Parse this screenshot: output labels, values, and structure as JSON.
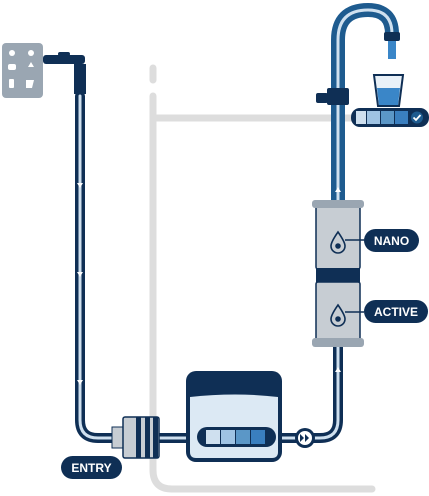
{
  "labels": {
    "entry": "ENTRY",
    "nano": "NANO",
    "active": "ACTIVE"
  },
  "colors": {
    "navy": "#0f2f55",
    "blue": "#1e5b8f",
    "light_blue": "#cfe0ef",
    "mid_blue": "#5b97c7",
    "pale_blue": "#dce9f4",
    "pipe_gray": "#dddddd",
    "panel_gray": "#9aa6b2",
    "filter_gray": "#c7cdd3",
    "water": "#3a86c8"
  },
  "icons": [
    "source-panel-icon",
    "faucet-icon",
    "valve-icon",
    "water-glass-icon",
    "flow-arrow-icon",
    "check-icon",
    "fast-forward-icon",
    "drop-icon"
  ],
  "flow_indicator": {
    "segments_filled": 4,
    "segments_total": 5,
    "status": "ok"
  }
}
